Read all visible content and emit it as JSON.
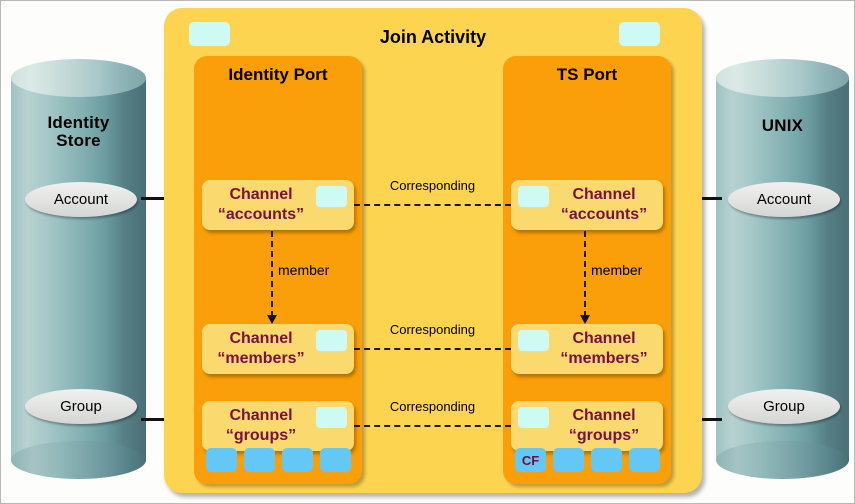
{
  "diagram": {
    "title": "Join Activity",
    "background_color": "#fdfdfb"
  },
  "colors": {
    "activity_panel": "#fcd450",
    "port_panel": "#fa9e09",
    "channel_box": "#fad96e",
    "channel_text": "#7b1040",
    "cyan_marker": "#cdfaf3",
    "tray_square": "#63c8f5",
    "cylinder": "#7fadaf",
    "connector": "#111111"
  },
  "stores": {
    "left": {
      "name_line1": "Identity",
      "name_line2": "Store",
      "entities": [
        {
          "label": "Account"
        },
        {
          "label": "Group"
        }
      ]
    },
    "right": {
      "name_line1": "UNIX",
      "name_line2": "",
      "entities": [
        {
          "label": "Account"
        },
        {
          "label": "Group"
        }
      ]
    }
  },
  "activity": {
    "title": "Join Activity",
    "markers": [
      {
        "name": "activity-marker-left"
      },
      {
        "name": "activity-marker-right"
      }
    ],
    "ports": [
      {
        "title": "Identity Port",
        "channels": [
          {
            "line1": "Channel",
            "line2": "“accounts”"
          },
          {
            "line1": "Channel",
            "line2": "“members”"
          },
          {
            "line1": "Channel",
            "line2": "“groups”"
          }
        ],
        "tray": [
          {
            "label": ""
          },
          {
            "label": ""
          },
          {
            "label": ""
          },
          {
            "label": ""
          }
        ]
      },
      {
        "title": "TS Port",
        "channels": [
          {
            "line1": "Channel",
            "line2": "“accounts”"
          },
          {
            "line1": "Channel",
            "line2": "“members”"
          },
          {
            "line1": "Channel",
            "line2": "“groups”"
          }
        ],
        "tray": [
          {
            "label": "CF"
          },
          {
            "label": ""
          },
          {
            "label": ""
          },
          {
            "label": ""
          }
        ]
      }
    ],
    "correspondences": [
      {
        "label": "Corresponding"
      },
      {
        "label": "Corresponding"
      },
      {
        "label": "Corresponding"
      }
    ],
    "member_links": [
      {
        "label": "member"
      },
      {
        "label": "member"
      }
    ]
  }
}
